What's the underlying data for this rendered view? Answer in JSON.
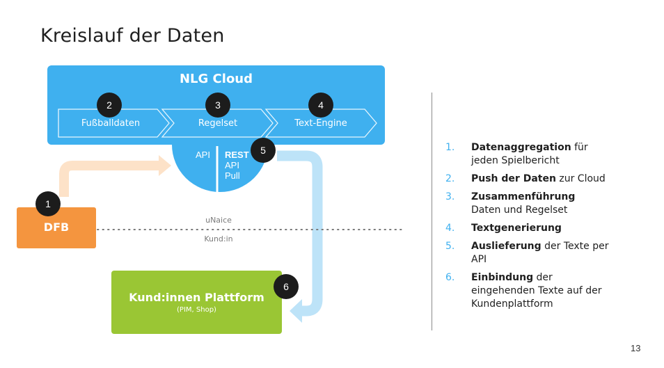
{
  "slide": {
    "title": "Kreislauf der Daten",
    "page_number": "13"
  },
  "colors": {
    "cloud_blue": "#3fb0ef",
    "arrow_light_blue": "#bde3f8",
    "arrow_peach": "#fde2c8",
    "dfb_orange": "#f4953f",
    "platform_green": "#9ac634",
    "badge_black": "#1c1c1c",
    "list_number_blue": "#3fb0ef"
  },
  "cloud": {
    "title": "NLG Cloud",
    "steps": [
      {
        "badge": "2",
        "label": "Fußballdaten"
      },
      {
        "badge": "3",
        "label": "Regelset"
      },
      {
        "badge": "4",
        "label": "Text-Engine"
      }
    ]
  },
  "api": {
    "left_label": "API",
    "right_bold": "REST",
    "right_line2": "API",
    "right_line3": "Pull",
    "badge": "5"
  },
  "dfb": {
    "label": "DFB",
    "badge": "1"
  },
  "boundary": {
    "upper_label": "uNaice",
    "lower_label": "Kund:in"
  },
  "platform": {
    "title": "Kund:innen Plattform",
    "subtitle": "(PIM, Shop)",
    "badge": "6"
  },
  "legend": [
    {
      "num": "1.",
      "bold": "Datenaggregation",
      "rest": " für jeden Spielbericht"
    },
    {
      "num": "2.",
      "bold": "Push der Daten",
      "rest": " zur Cloud"
    },
    {
      "num": "3.",
      "bold": "Zusammenführung",
      "rest": " Daten und Regelset"
    },
    {
      "num": "4.",
      "bold": "Textgenerierung",
      "rest": ""
    },
    {
      "num": "5.",
      "bold": "Auslieferung",
      "rest": " der Texte per API"
    },
    {
      "num": "6.",
      "bold": "Einbindung",
      "rest": " der eingehenden Texte auf der Kundenplattform"
    }
  ]
}
